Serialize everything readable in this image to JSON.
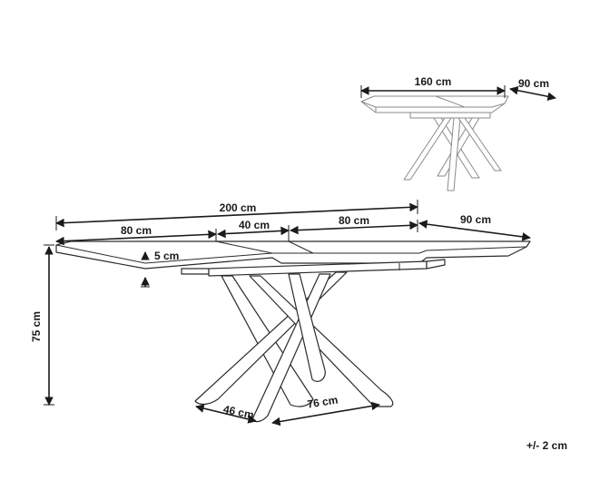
{
  "small_view": {
    "length_label": "160 cm",
    "depth_label": "90 cm"
  },
  "large_view": {
    "total_length_label": "200 cm",
    "left_section_label": "80 cm",
    "middle_section_label": "40 cm",
    "right_section_label": "80 cm",
    "depth_label": "90 cm",
    "top_thickness_label": "5 cm",
    "height_label": "75 cm",
    "foot_depth_label": "46 cm",
    "foot_length_label": "76 cm"
  },
  "tolerance_label": "+/- 2 cm",
  "colors": {
    "line": "#2b2b2b",
    "ghost_line": "#8a8a8a",
    "text": "#1a1a1a"
  }
}
